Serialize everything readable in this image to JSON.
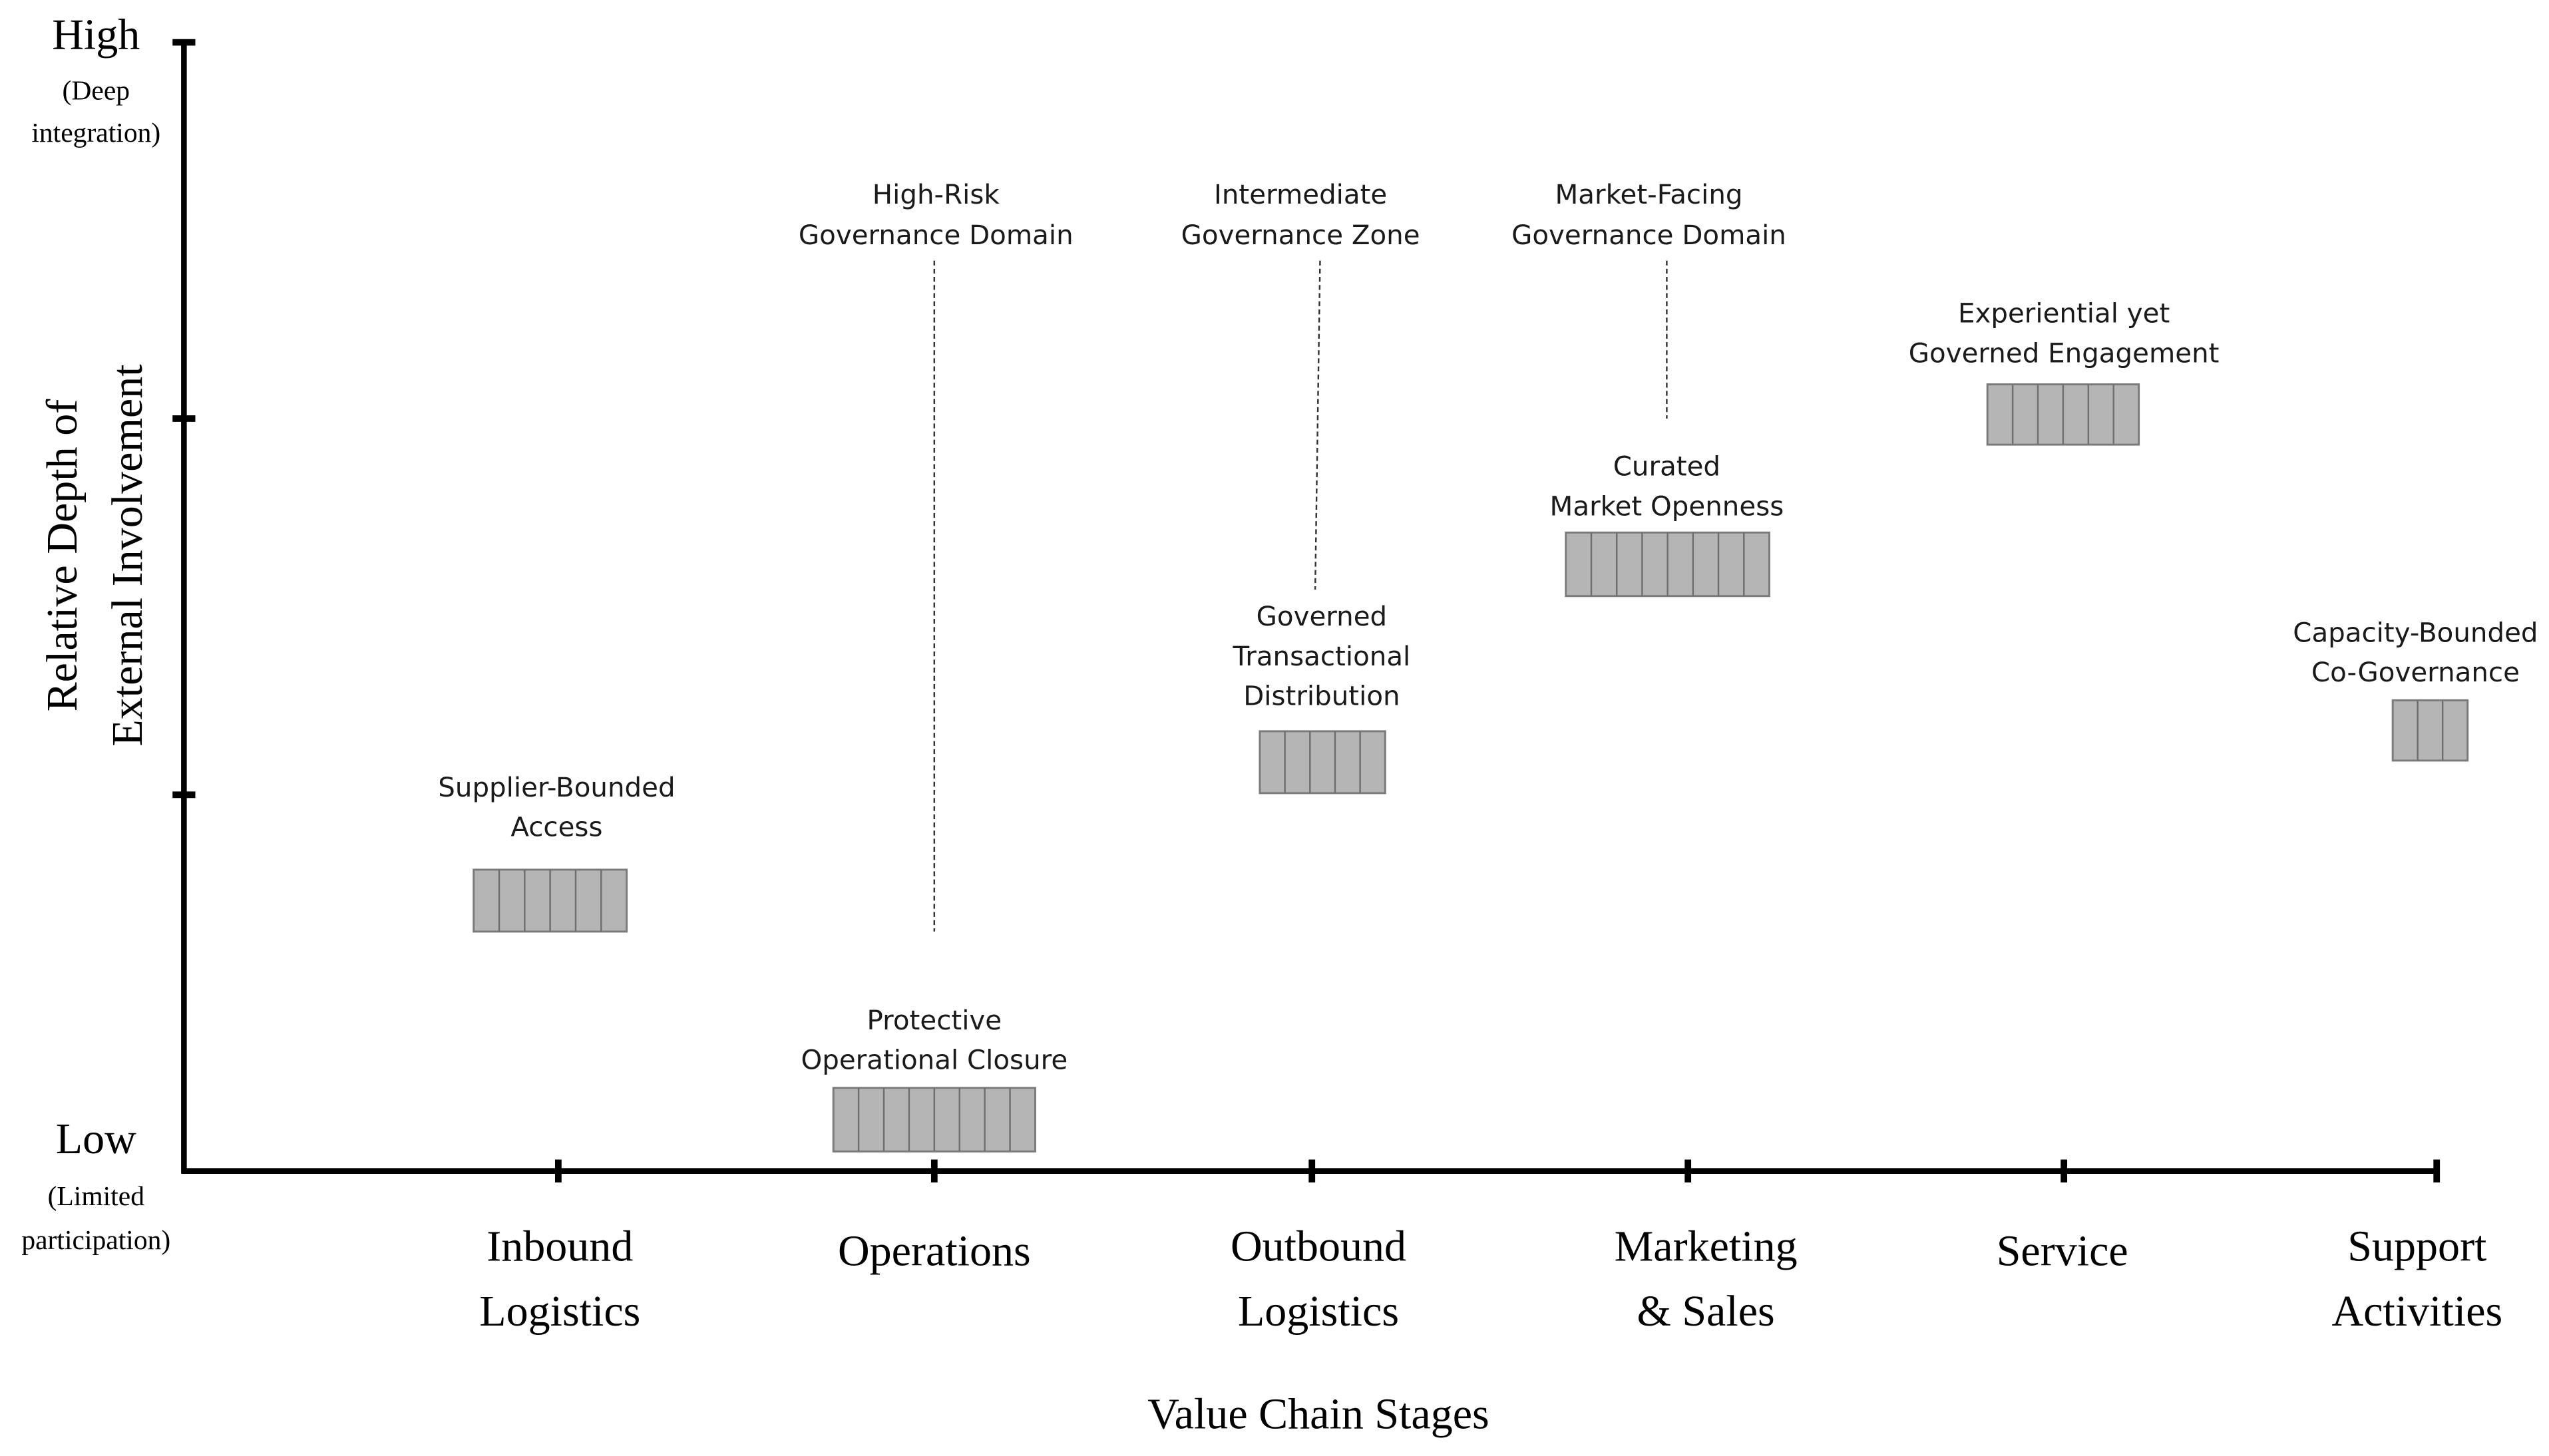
{
  "chart_data": {
    "type": "diagram",
    "y_axis": {
      "title_lines": [
        "Relative Depth of",
        "External Involvement"
      ],
      "high_label": "High",
      "high_sublabel_lines": [
        "(Deep",
        "integration)"
      ],
      "low_label": "Low",
      "low_sublabel_lines": [
        "(Limited",
        "participation)"
      ]
    },
    "x_axis": {
      "title": "Value Chain Stages",
      "categories": [
        {
          "lines": [
            "Inbound",
            "Logistics"
          ]
        },
        {
          "lines": [
            "Operations"
          ]
        },
        {
          "lines": [
            "Outbound",
            "Logistics"
          ]
        },
        {
          "lines": [
            "Marketing",
            "& Sales"
          ]
        },
        {
          "lines": [
            "Service"
          ]
        },
        {
          "lines": [
            "Support",
            "Activities"
          ]
        }
      ]
    },
    "items": [
      {
        "stage_index": 0,
        "label_lines": [
          "Supplier-Bounded",
          "Access"
        ],
        "level": 0.24,
        "segments": 6
      },
      {
        "stage_index": 1,
        "label_lines": [
          "Protective",
          "Operational Closure"
        ],
        "level": 0.045,
        "segments": 8
      },
      {
        "stage_index": 2,
        "label_lines": [
          "Governed",
          "Transactional",
          "Distribution"
        ],
        "level": 0.36,
        "segments": 5
      },
      {
        "stage_index": 3,
        "label_lines": [
          "Curated",
          "Market Openness"
        ],
        "level": 0.535,
        "segments": 8
      },
      {
        "stage_index": 4,
        "label_lines": [
          "Experiential yet",
          "Governed Engagement"
        ],
        "level": 0.67,
        "segments": 6
      },
      {
        "stage_index": 5,
        "label_lines": [
          "Capacity-Bounded",
          "Co-Governance"
        ],
        "level": 0.39,
        "segments": 3
      }
    ],
    "domains": [
      {
        "label_lines": [
          "High-Risk",
          "Governance Domain"
        ],
        "stage_index": 1
      },
      {
        "label_lines": [
          "Intermediate",
          "Governance Zone"
        ],
        "stage_index": 2
      },
      {
        "label_lines": [
          "Market-Facing",
          "Governance Domain"
        ],
        "stage_index": 3
      }
    ]
  }
}
